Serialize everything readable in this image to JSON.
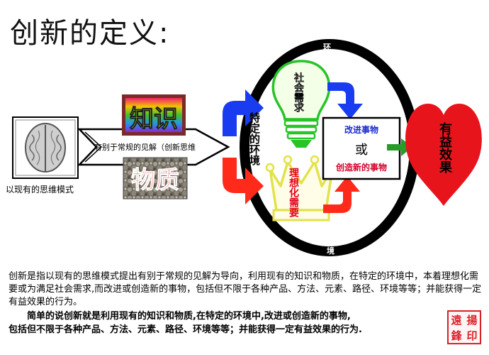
{
  "title": "创新的定义:",
  "brain_caption": "以现有的思维模式",
  "arrow_text": "有别于常规的见解（创新思维",
  "knowledge_label": "知识",
  "material_label": "物质",
  "environment_label": "特定的环境",
  "social_need_label": "社会需求",
  "ideal_need_label": "理想化需要",
  "result_box": {
    "top": "改进事物",
    "middle": "或",
    "bottom": "创造新的事物"
  },
  "heart_label": "有益效果",
  "ring_labels": {
    "top": "环",
    "bottom": "境"
  },
  "paragraph1": "创新是指以现有的思维模式提出有别于常规的见解为导向，利用现有的知识和物质，在特定的环境中，本着理想化需要或为满足社会需求,而改进或创造新的事物，包括但不限于各种产品、方法、元素、路径、环境等等；并能获得一定有益效果的行为。",
  "paragraph2_line1": "简单的说创新就是利用现有的知识和物质,在特定的环境中,改进或创造新的事物,",
  "paragraph2_line2": "包括但不限于各种产品、方法、元素、路径、环境等等；并能获得一定有益效果的行为.",
  "seal": [
    "遠",
    "揚",
    "鋒",
    "印"
  ],
  "colors": {
    "ring": "#000000",
    "blue_arrow": "#1a3cf0",
    "red_arrow": "#ff2a1a",
    "green_arrow": "#2a9a2a",
    "heart": "#e8141c",
    "bulb_stroke": "#27c427",
    "crown_stroke": "#e2e24a",
    "knowledge_bg": "#7b2a2a",
    "material_bg": "#7a7468",
    "seal": "#d8222a"
  }
}
